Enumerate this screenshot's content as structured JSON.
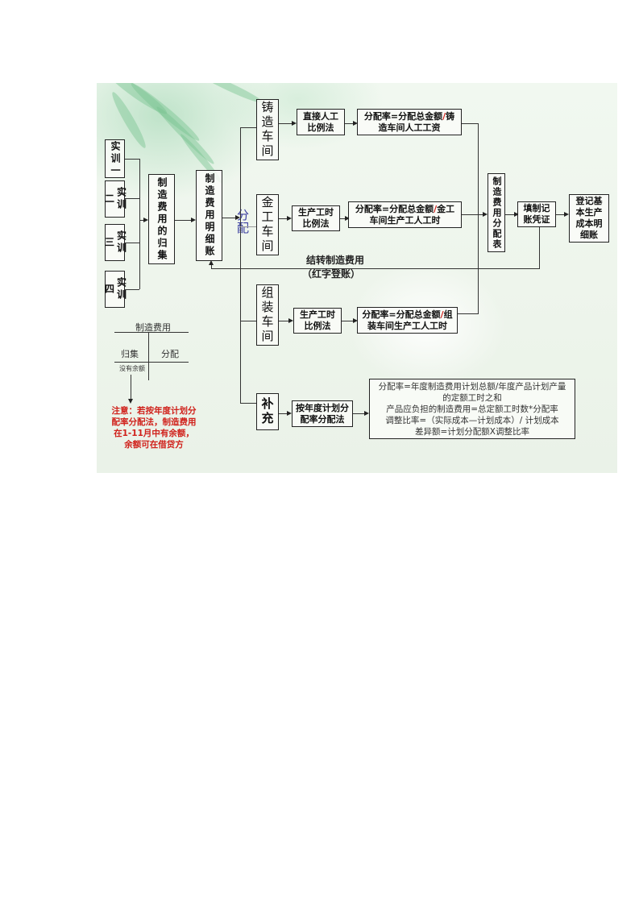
{
  "diagram": {
    "sources": [
      "实训一",
      "实训二",
      "实训三",
      "实训四"
    ],
    "collect_box": "制造费用的归集",
    "ledger_box": "制造费用明细账",
    "allocate_label": "分配",
    "workshops": [
      {
        "name": "铸造车间",
        "method": "直接人工\n比例法",
        "formula_prefix": "分配率=分配总金额",
        "formula_slash": "/",
        "formula_suffix": "铸\n造车间人工工资"
      },
      {
        "name": "金工车间",
        "method": "生产工时\n比例法",
        "formula_prefix": "分配率=分配总金额",
        "formula_slash": "/",
        "formula_suffix": "金工\n车间生产工人工时"
      },
      {
        "name": "组装车间",
        "method": "生产工时\n比例法",
        "formula_prefix": "分配率=分配总金额",
        "formula_slash": "/",
        "formula_suffix": "组\n装车间生产工人工时"
      }
    ],
    "supplement": {
      "name": "补充",
      "method": "按年度计划分\n配率分配法",
      "formulas": [
        "分配率=年度制造费用计划总额/年度产品计划产量",
        "的定额工时之和",
        "产品应负担的制造费用=总定额工时数*分配率",
        "调整比率=（实际成本—计划成本）/ 计划成本",
        "差异额=计划分配额X调整比率"
      ]
    },
    "allocation_table": "制造费用分配表",
    "voucher": "填制记账凭证",
    "final": "登记基本生产成本明细账",
    "transfer_label_1": "结转制造费用",
    "transfer_label_2": "（红字登账）",
    "t_account": {
      "title": "制造费用",
      "debit": "归集",
      "credit": "分配",
      "balance": "没有余额"
    },
    "note": "注意：若按年度计划分配率分配法，制造费用在1-11月中有余额，余额可在借贷方"
  },
  "colors": {
    "note_red": "#d0201a",
    "allocate_blue": "#3b3fa0",
    "background": "#eef5ec"
  }
}
